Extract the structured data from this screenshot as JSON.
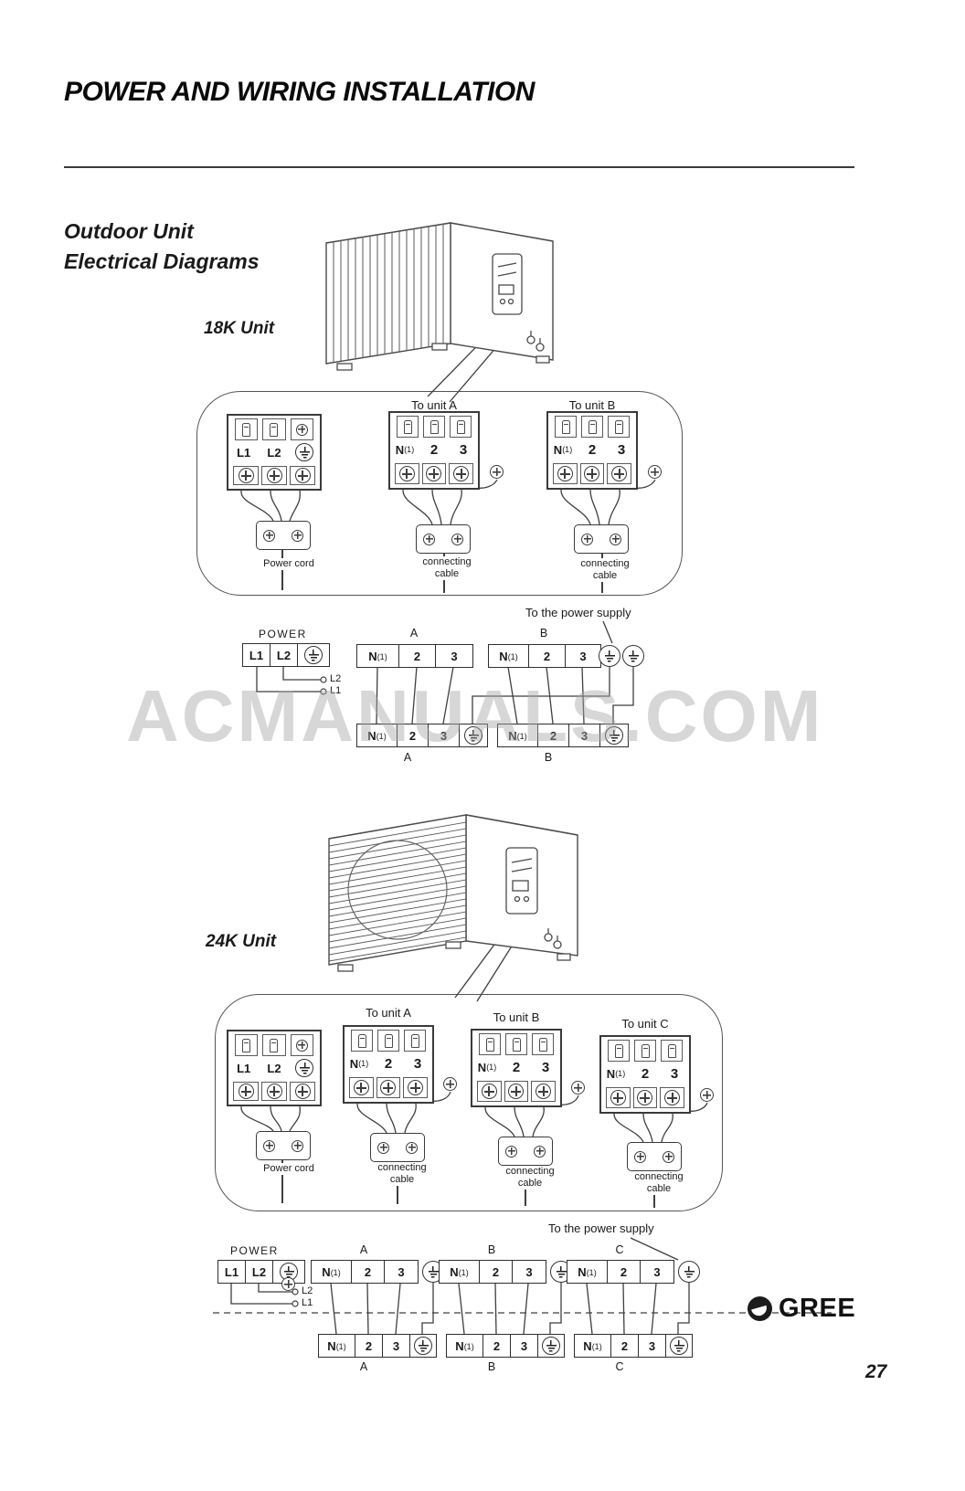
{
  "page": {
    "title": "POWER AND WIRING INSTALLATION",
    "heading_line1": "Outdoor Unit",
    "heading_line2": "Electrical Diagrams",
    "watermark": "ACMANUALS.COM",
    "brand": "GREE",
    "page_number": "27"
  },
  "icons": {
    "ground": "earth-ground-symbol",
    "screw": "cross-head-screw",
    "lug": "wire-lug-terminal"
  },
  "d18": {
    "unit_label": "18K Unit",
    "supply_label": "To the power supply",
    "panel": {
      "power_block": {
        "t1": "L1",
        "t2": "L2",
        "caption": "Power cord"
      },
      "unit_blocks": [
        {
          "title": "To unit A",
          "n": "N",
          "nsub": "(1)",
          "t2": "2",
          "t3": "3",
          "cap1": "connecting",
          "cap2": "cable"
        },
        {
          "title": "To unit B",
          "n": "N",
          "nsub": "(1)",
          "t2": "2",
          "t3": "3",
          "cap1": "connecting",
          "cap2": "cable"
        }
      ]
    },
    "sch": {
      "power_label": "POWER",
      "power_t1": "L1",
      "power_t2": "L2",
      "lead1": "L2",
      "lead2": "L1",
      "top_groups": [
        {
          "label": "A",
          "n": "N",
          "nsub": "(1)",
          "t2": "2",
          "t3": "3"
        },
        {
          "label": "B",
          "n": "N",
          "nsub": "(1)",
          "t2": "2",
          "t3": "3"
        }
      ],
      "bottom_groups": [
        {
          "label": "A",
          "n": "N",
          "nsub": "(1)",
          "t2": "2",
          "t3": "3"
        },
        {
          "label": "B",
          "n": "N",
          "nsub": "(1)",
          "t2": "2",
          "t3": "3"
        }
      ]
    }
  },
  "d24": {
    "unit_label": "24K Unit",
    "supply_label": "To the power supply",
    "panel": {
      "power_block": {
        "t1": "L1",
        "t2": "L2",
        "caption": "Power cord"
      },
      "unit_blocks": [
        {
          "title": "To unit A",
          "n": "N",
          "nsub": "(1)",
          "t2": "2",
          "t3": "3",
          "cap1": "connecting",
          "cap2": "cable"
        },
        {
          "title": "To unit B",
          "n": "N",
          "nsub": "(1)",
          "t2": "2",
          "t3": "3",
          "cap1": "connecting",
          "cap2": "cable"
        },
        {
          "title": "To unit C",
          "n": "N",
          "nsub": "(1)",
          "t2": "2",
          "t3": "3",
          "cap1": "connecting",
          "cap2": "cable"
        }
      ]
    },
    "sch": {
      "power_label": "POWER",
      "power_t1": "L1",
      "power_t2": "L2",
      "lead1": "L2",
      "lead2": "L1",
      "top_groups": [
        {
          "label": "A",
          "n": "N",
          "nsub": "(1)",
          "t2": "2",
          "t3": "3"
        },
        {
          "label": "B",
          "n": "N",
          "nsub": "(1)",
          "t2": "2",
          "t3": "3"
        },
        {
          "label": "C",
          "n": "N",
          "nsub": "(1)",
          "t2": "2",
          "t3": "3"
        }
      ],
      "bottom_groups": [
        {
          "label": "A",
          "n": "N",
          "nsub": "(1)",
          "t2": "2",
          "t3": "3"
        },
        {
          "label": "B",
          "n": "N",
          "nsub": "(1)",
          "t2": "2",
          "t3": "3"
        },
        {
          "label": "C",
          "n": "N",
          "nsub": "(1)",
          "t2": "2",
          "t3": "3"
        }
      ]
    }
  }
}
